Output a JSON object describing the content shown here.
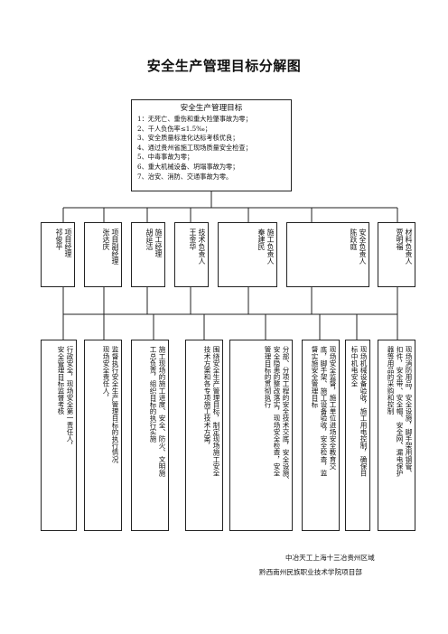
{
  "title": "安全生产管理目标分解图",
  "goals": {
    "heading": "安全生产管理目标",
    "items": [
      "1：无死亡、重伤和重大险肇事故为零；",
      "2、千人负伤率≤1.5‰；",
      "3、安全质量标准化达标考核优良；",
      "4、通过贵州省施工现场质量安全检查；",
      "5、中毒事故为零；",
      "6、重大机械设备、坍塌事故为零；",
      "7、治安、消防、交通事故为零。"
    ]
  },
  "roles": [
    "项目经理\n祁俊平",
    "项目副经理\n张达庆",
    "施工经理\n胡延洁",
    "技术负责人\n王金华",
    "施工负责人\n秦建民",
    "安全负责人\n陈跃庭",
    "材料负责人\n贾明福"
  ],
  "duties": [
    "行政安全，现场安全第一责任人，\n安全管理目标监督考核",
    "监督执行安全生产管理目标的执行情况\n现场安全责任人，",
    "施工现场的施工进度、安全、防火、文明施\n工总负责，组织目标的执行实施",
    "围绕安全生产管理目标，制定现场施工安全\n技术方案和各专项施工技术方案，",
    "分部、分项工程的安全技术交底，安全设施、\n安全隐患的整改落实，现场安全检查，安全\n管理目标的贯彻执行",
    "现场安全监督，施工单位进场安全教育交\n底，脚手架、施工设备验收，安全检查，监\n督实施安全管理目标",
    "现场机械设备验收，施工用电控制，确保目\n标中机电安全",
    "现场消防用品，安全设施，脚手架用钢管、\n扣件，安全带、安全帽、安全网、漏电保护\n器等用品的采购和控制"
  ],
  "footer": {
    "line1": "中冶天工上海十三冶贵州区域",
    "line2": "黔西南州民族职业技术学院项目部"
  }
}
